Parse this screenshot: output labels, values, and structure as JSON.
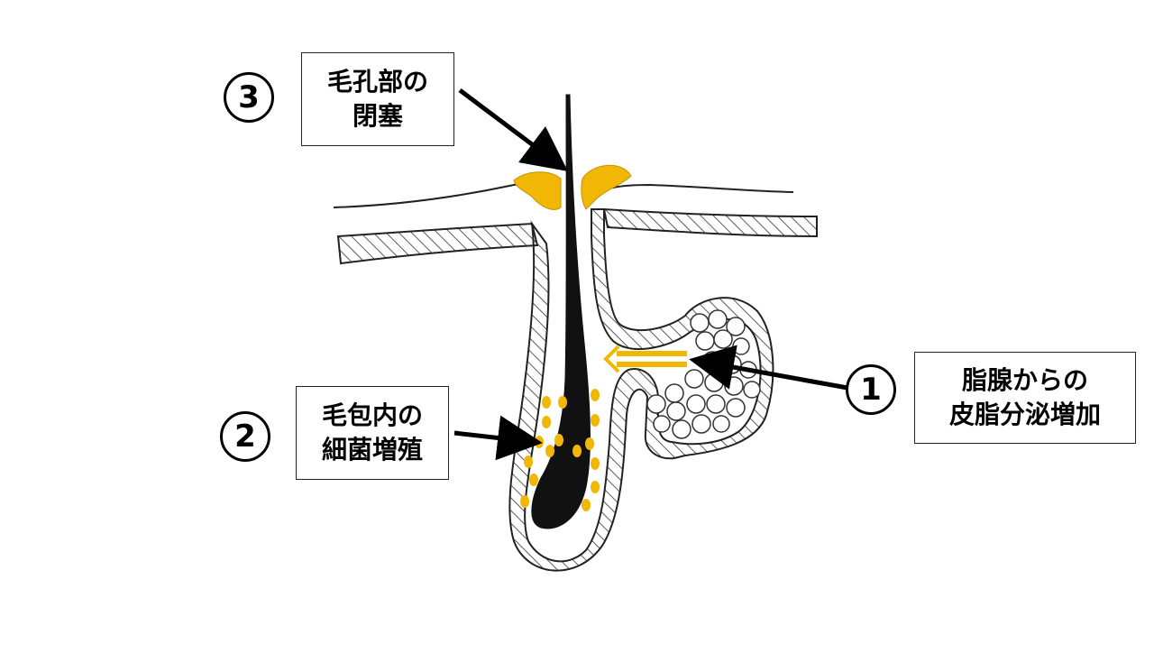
{
  "labels": {
    "pore_closure": {
      "number": "3",
      "line1": "毛孔部の",
      "line2": "閉塞"
    },
    "bacteria": {
      "number": "2",
      "line1": "毛包内の",
      "line2": "細菌増殖"
    },
    "sebum": {
      "number": "1",
      "line1": "脂腺からの",
      "line2": "皮脂分泌増加"
    }
  },
  "colors": {
    "accent": "#F2B705",
    "ink": "#111111"
  },
  "icons": [
    "hair-icon",
    "sebaceous-gland-icon",
    "bacteria-dot-icon",
    "arrow-icon"
  ]
}
